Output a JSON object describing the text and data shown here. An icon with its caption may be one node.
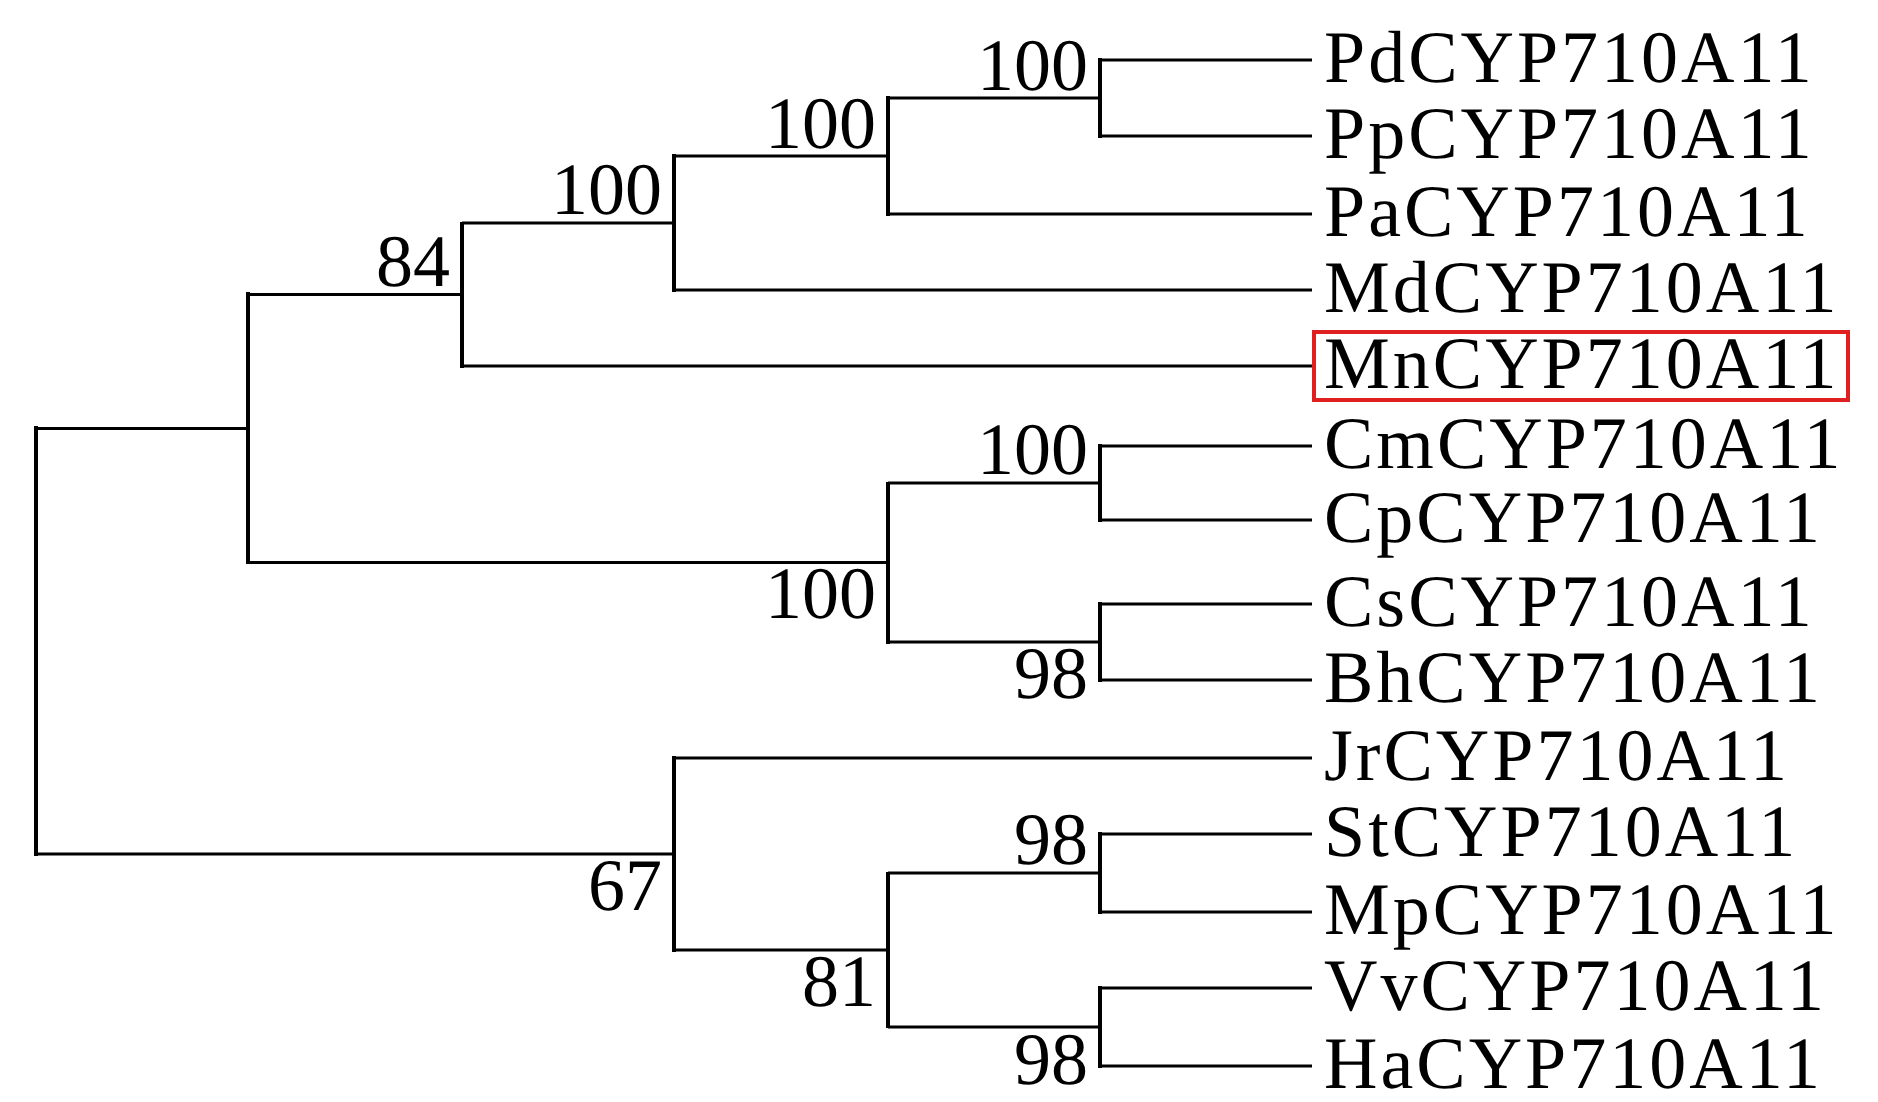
{
  "diagram": {
    "nodes": [
      {
        "text": [
          "PdCYP710A11"
        ]
      },
      {
        "text": [
          "PpCYP710A11"
        ]
      },
      {
        "text": [
          "PaCYP710A11"
        ]
      },
      {
        "text": [
          "MdCYP710A11"
        ]
      },
      {
        "text": [],
        "shape": "box"
      },
      {
        "text": [
          "MnCYP710A11"
        ],
        "in": 4
      },
      {
        "text": [
          "CmCYP710A11"
        ]
      },
      {
        "text": [
          "CpCYP710A11"
        ]
      },
      {
        "text": [
          "CsCYP710A11"
        ]
      },
      {
        "text": [
          "BhCYP710A11"
        ]
      },
      {
        "text": [
          "JrCYP710A11"
        ]
      },
      {
        "text": [
          "StCYP710A11"
        ]
      },
      {
        "text": [
          "MpCYP710A11"
        ]
      },
      {
        "text": [
          "VvCYP710A11"
        ]
      },
      {
        "text": [
          "HaCYP710A11"
        ]
      },
      {
        "text": [],
        "shape": "bar"
      },
      {
        "text": [],
        "shape": "bar"
      },
      {
        "text": [],
        "shape": "bar",
        "beside": [
          "84"
        ]
      },
      {
        "text": [],
        "shape": "bar",
        "beside": [
          "100"
        ]
      },
      {
        "text": [],
        "shape": "bar",
        "beside": [
          "67"
        ]
      },
      {
        "text": [],
        "shape": "bar",
        "beside": [
          "100"
        ]
      },
      {
        "text": [],
        "shape": "bar",
        "beside": [
          "100"
        ]
      },
      {
        "text": [],
        "shape": "bar",
        "beside": [
          "81"
        ]
      },
      {
        "text": [],
        "shape": "bar",
        "beside": [
          "100"
        ]
      },
      {
        "text": [],
        "shape": "bar",
        "beside": [
          "100"
        ]
      },
      {
        "text": [],
        "shape": "bar",
        "beside": [
          "98"
        ]
      },
      {
        "text": [],
        "shape": "bar",
        "beside": [
          "98"
        ]
      },
      {
        "text": [],
        "shape": "bar",
        "beside": [
          "98"
        ]
      }
    ],
    "edges": [
      {
        "from": 15,
        "to": 16,
        "arrow": "none"
      },
      {
        "from": 15,
        "to": 19,
        "arrow": "none"
      },
      {
        "from": 16,
        "to": 17,
        "arrow": "none"
      },
      {
        "from": 16,
        "to": 21,
        "arrow": "none"
      },
      {
        "from": 17,
        "to": 18,
        "arrow": "none"
      },
      {
        "from": 17,
        "to": 5,
        "arrow": "none"
      },
      {
        "from": 18,
        "to": 20,
        "arrow": "none"
      },
      {
        "from": 18,
        "to": 3,
        "arrow": "none"
      },
      {
        "from": 20,
        "to": 23,
        "arrow": "none"
      },
      {
        "from": 20,
        "to": 2,
        "arrow": "none"
      },
      {
        "from": 23,
        "to": 0,
        "arrow": "none"
      },
      {
        "from": 23,
        "to": 1,
        "arrow": "none"
      },
      {
        "from": 21,
        "to": 24,
        "arrow": "none"
      },
      {
        "from": 21,
        "to": 25,
        "arrow": "none"
      },
      {
        "from": 24,
        "to": 6,
        "arrow": "none"
      },
      {
        "from": 24,
        "to": 7,
        "arrow": "none"
      },
      {
        "from": 25,
        "to": 8,
        "arrow": "none"
      },
      {
        "from": 25,
        "to": 9,
        "arrow": "none"
      },
      {
        "from": 19,
        "to": 10,
        "arrow": "none"
      },
      {
        "from": 19,
        "to": 22,
        "arrow": "none"
      },
      {
        "from": 22,
        "to": 26,
        "arrow": "none"
      },
      {
        "from": 22,
        "to": 27,
        "arrow": "none"
      },
      {
        "from": 26,
        "to": 11,
        "arrow": "none"
      },
      {
        "from": 26,
        "to": 12,
        "arrow": "none"
      },
      {
        "from": 27,
        "to": 13,
        "arrow": "none"
      },
      {
        "from": 27,
        "to": 14,
        "arrow": "none"
      }
    ]
  }
}
